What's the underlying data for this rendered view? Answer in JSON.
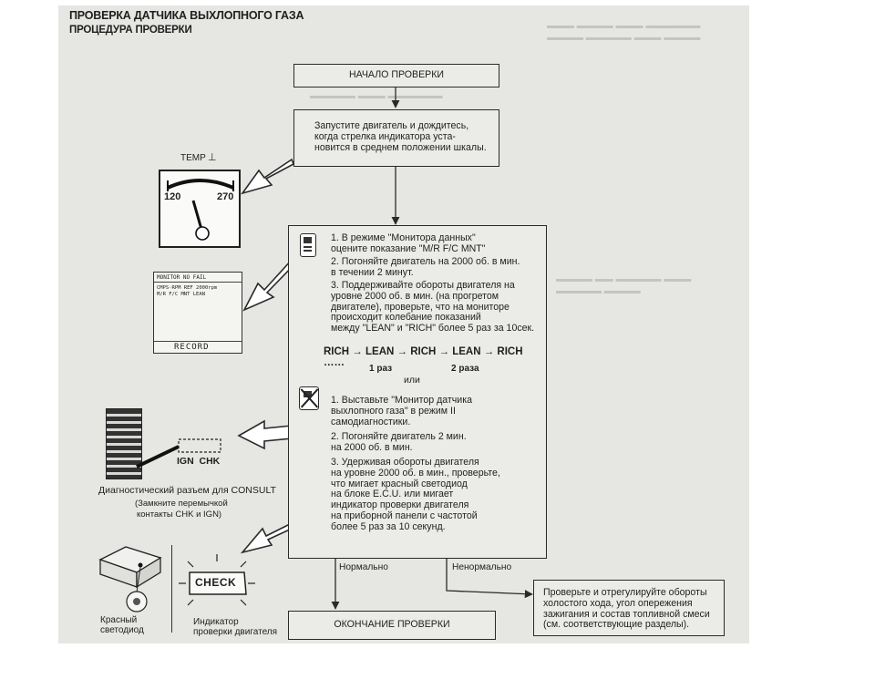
{
  "header": {
    "title": "ПРОВЕРКА ДАТЧИКА ВЫХЛОПНОГО ГАЗА",
    "subtitle": "ПРОЦЕДУРА ПРОВЕРКИ"
  },
  "flow": {
    "start": "НАЧАЛО ПРОВЕРКИ",
    "step1": [
      "Запустите двигатель и дождитесь,",
      "когда стрелка индикатора уста-",
      "новится в среднем положении шкалы."
    ],
    "consult_steps": [
      [
        "1. В режиме \"Монитора данных\"",
        "оцените показание \"M/R F/C MNT\""
      ],
      [
        "2. Погоняйте двигатель на 2000 об. в мин.",
        "в течении 2 минут."
      ],
      [
        "3. Поддерживайте обороты двигателя на",
        "уровне 2000 об. в мин. (на прогретом",
        "двигателе), проверьте, что на мониторе",
        "происходит колебание показаний",
        "между \"LEAN\" и \"RICH\" более 5 раз за 10сек."
      ]
    ],
    "cycle": {
      "sequence": "RICH → LEAN → RICH → LEAN → RICH ……",
      "label1": "1 раз",
      "label2": "2 раза"
    },
    "or_label": "или",
    "nonconsult_steps": [
      [
        "1. Выставьте \"Монитор датчика",
        "выхлопного газа\" в режим II",
        "самодиагностики."
      ],
      [
        "2. Погоняйте двигатель 2 мин.",
        "на 2000 об. в мин."
      ],
      [
        "3. Удерживая обороты двигателя",
        "на уровне 2000 об. в мин., проверьте,",
        "что мигает красный светодиод",
        "на блоке E.C.U. или мигает",
        "индикатор проверки двигателя",
        "на приборной панели с частотой",
        "более 5 раз за 10 секунд."
      ]
    ],
    "normal": "Нормально",
    "abnormal": "Ненормально",
    "end": "ОКОНЧАНИЕ ПРОВЕРКИ",
    "fix": [
      "Проверьте и отрегулируйте обороты",
      "холостого хода, угол опережения",
      "зажигания  и состав топливной смеси",
      "(см. соответствующие разделы)."
    ]
  },
  "illustrations": {
    "gauge": {
      "label": "TEMP",
      "min": "120",
      "max": "270"
    },
    "monitor": {
      "line1": "MONITOR   NO FAIL",
      "line2": "CMPS·RPM REF   2000rpm",
      "line3": "M/R F/C MNT    LEAN",
      "record": "RECORD"
    },
    "connector": {
      "pins": "IGN  CHK",
      "caption": "Диагностический разъем для CONSULT",
      "note": [
        "(Замкните перемычкой",
        "контакты CHK и IGN)"
      ]
    },
    "ecu": {
      "caption": [
        "Красный",
        "светодиод"
      ]
    },
    "check": {
      "text": "CHECK",
      "caption": [
        "Индикатор",
        "проверки двигателя"
      ]
    }
  }
}
